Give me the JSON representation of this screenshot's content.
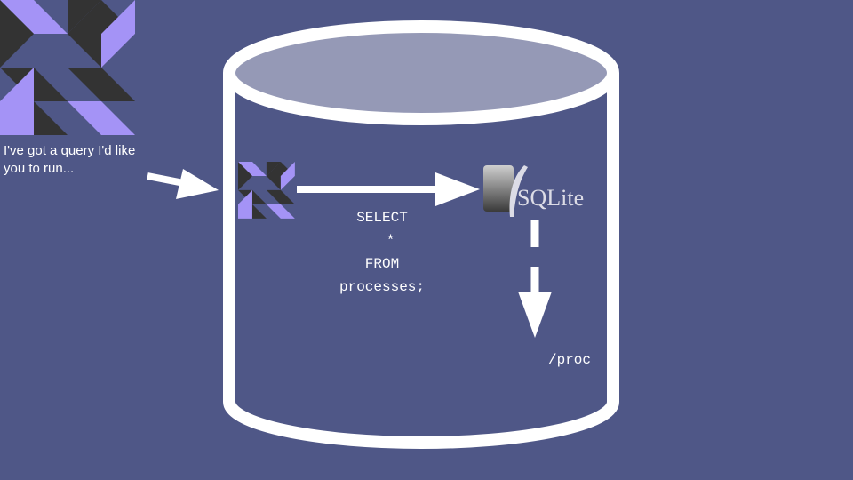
{
  "colors": {
    "background": "#4f5787",
    "logo_dark": "#333333",
    "logo_light": "#a493f6",
    "cylinder_top": "#9599b6",
    "stroke": "#ffffff"
  },
  "requester": {
    "caption": "I've got a query I'd like you to run..."
  },
  "query": {
    "text": "SELECT\n  *\nFROM\nprocesses;"
  },
  "sqlite": {
    "label": "SQLite",
    "icon": "sqlite-feather-icon"
  },
  "target": {
    "label": "/proc"
  }
}
